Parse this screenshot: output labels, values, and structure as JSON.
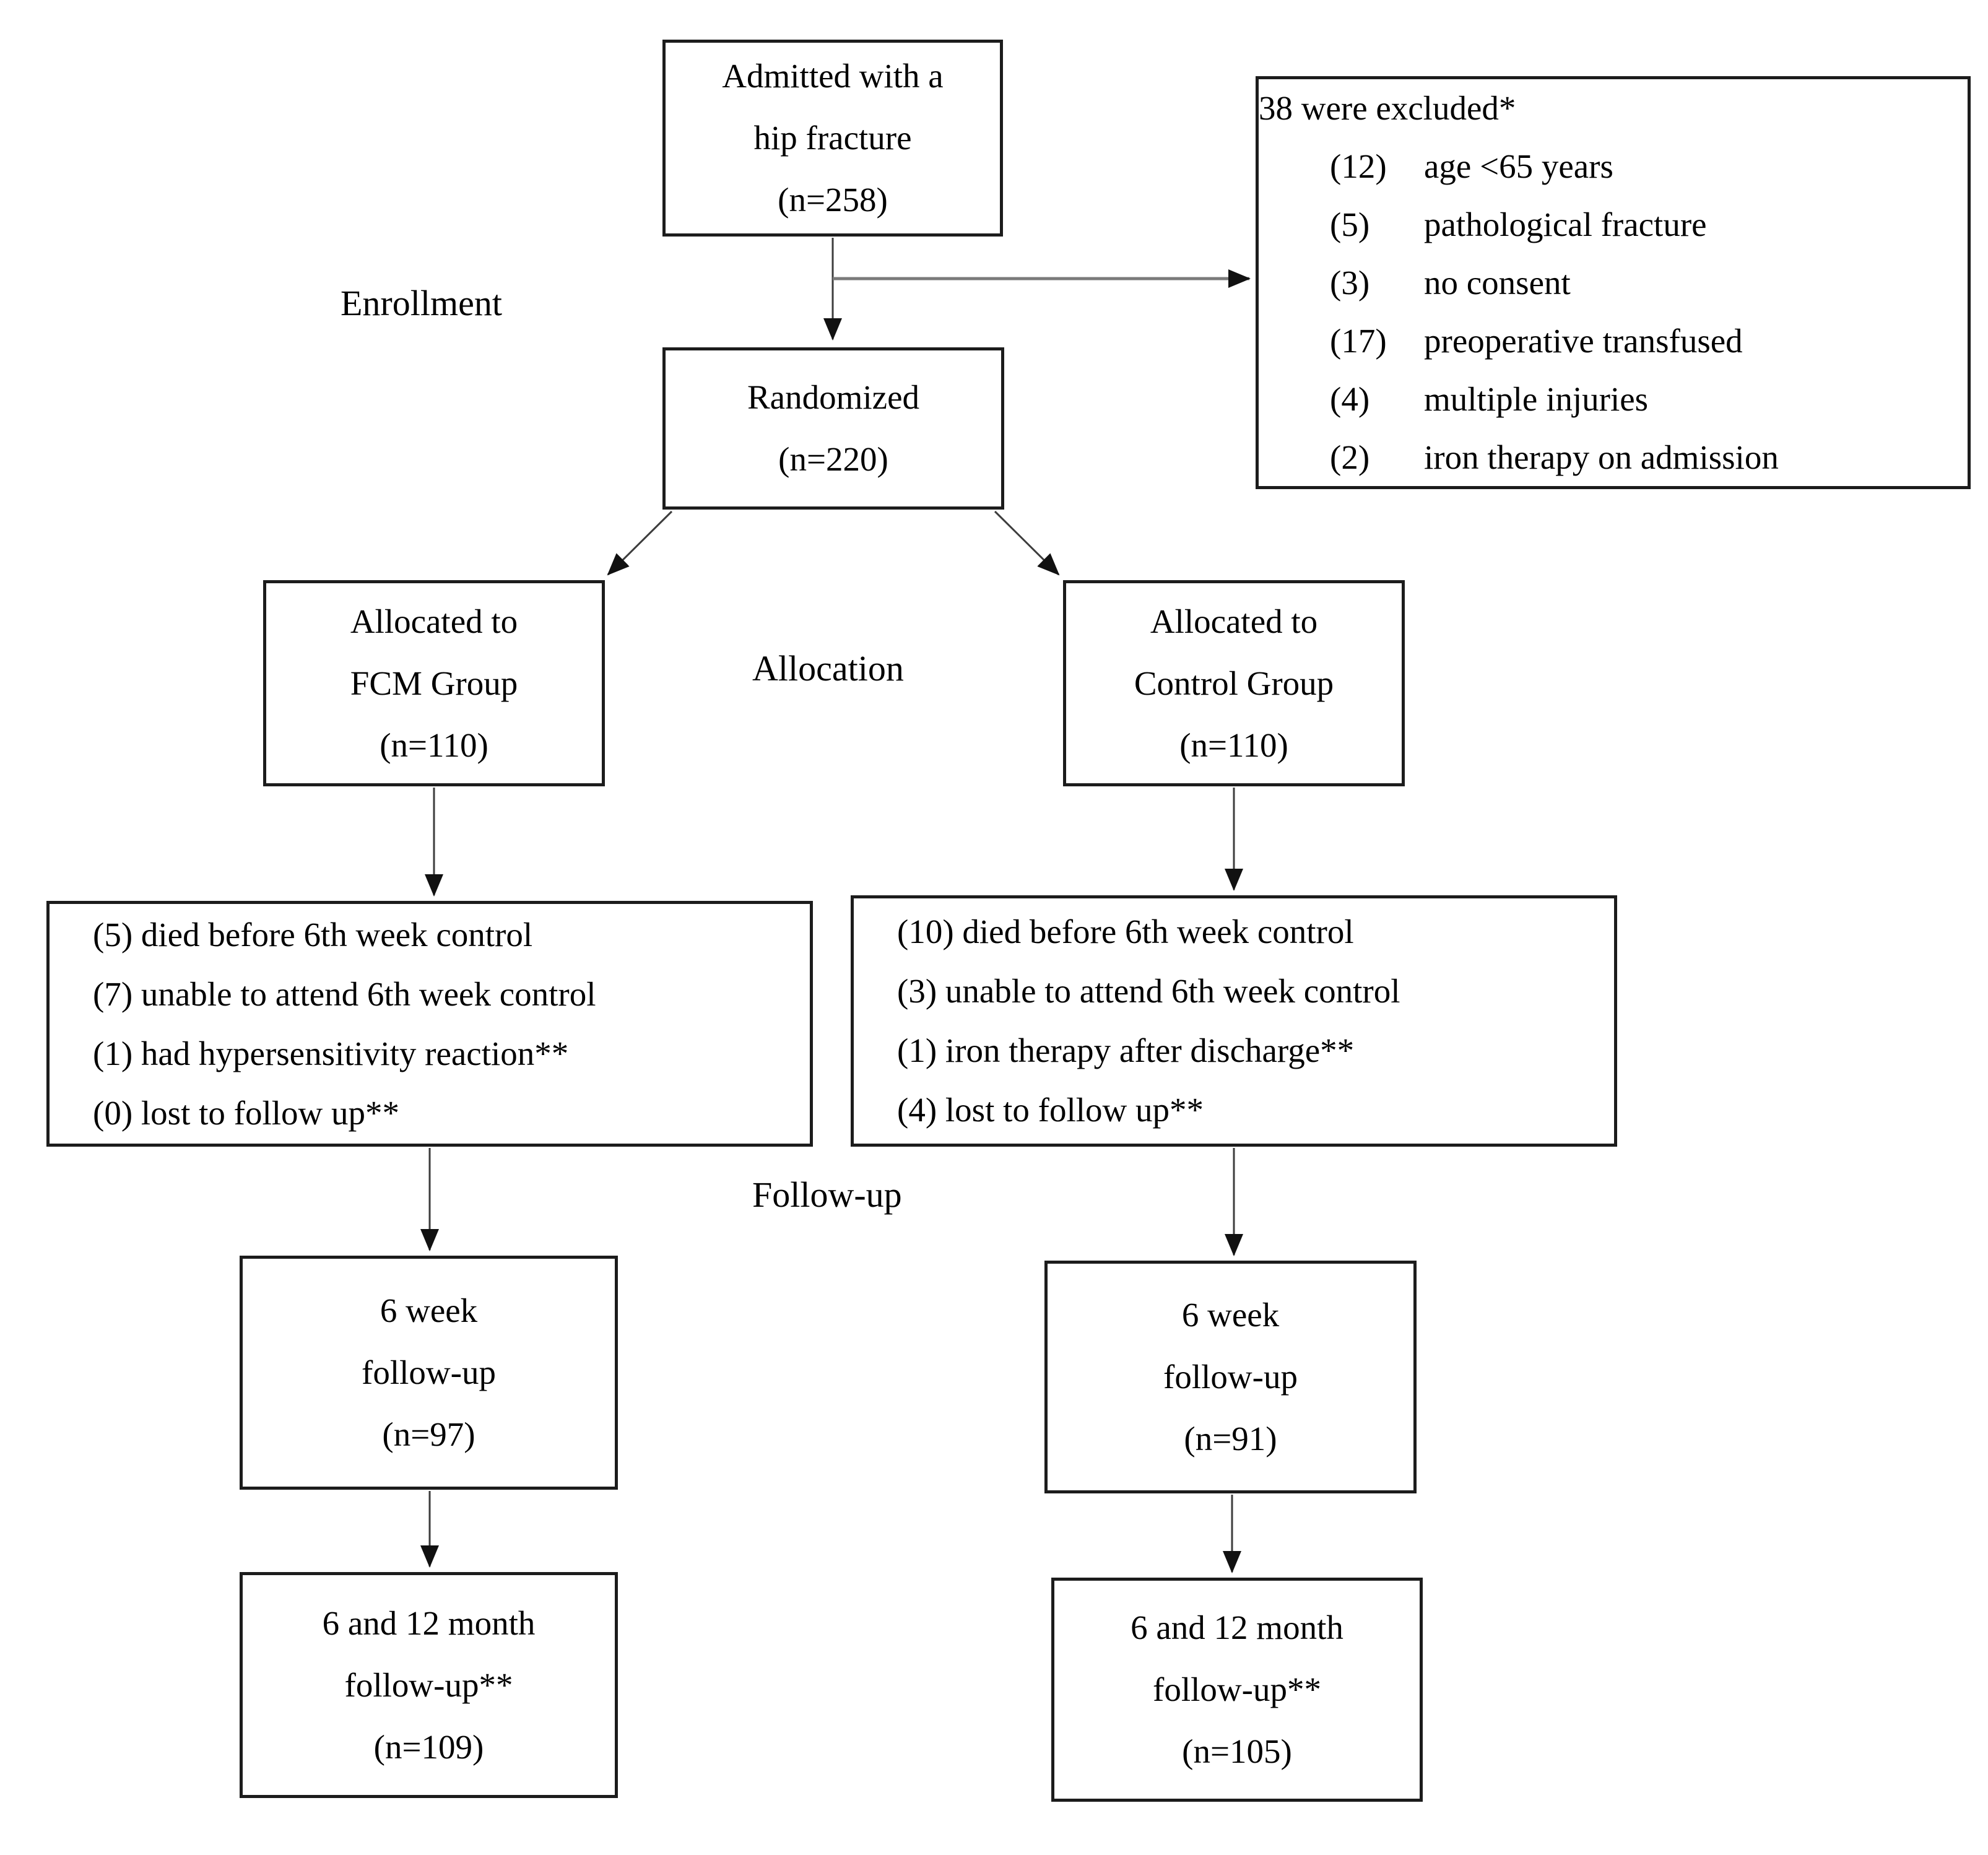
{
  "page": {
    "background_color": "#ffffff",
    "box_border_color": "#1c1c1c",
    "line_color": "#3d3d3d",
    "branch_line_color": "#7a7a7a",
    "text_color": "#000000"
  },
  "section_labels": {
    "enrollment": "Enrollment",
    "allocation": "Allocation",
    "follow_up": "Follow-up"
  },
  "boxes": {
    "admitted": {
      "lines": [
        "Admitted with a",
        "hip fracture",
        "(n=258)"
      ]
    },
    "excluded": {
      "title": "38 were excluded*",
      "items": [
        {
          "count": "(12)",
          "reason": "age <65 years"
        },
        {
          "count": "(5)",
          "reason": "pathological fracture"
        },
        {
          "count": "(3)",
          "reason": "no consent"
        },
        {
          "count": "(17)",
          "reason": "preoperative transfused"
        },
        {
          "count": "(4)",
          "reason": "multiple injuries"
        },
        {
          "count": "(2)",
          "reason": "iron therapy on admission"
        }
      ]
    },
    "randomized": {
      "lines": [
        "Randomized",
        "(n=220)"
      ]
    },
    "fcm_group": {
      "lines": [
        "Allocated to",
        "FCM Group",
        "(n=110)"
      ]
    },
    "control_group": {
      "lines": [
        "Allocated to",
        "Control Group",
        "(n=110)"
      ]
    },
    "fcm_withdrawals": {
      "items": [
        "(5) died before 6th week control",
        "(7) unable to attend 6th week control",
        "(1) had hypersensitivity reaction**",
        "(0) lost to follow up**"
      ]
    },
    "control_withdrawals": {
      "items": [
        "(10) died before 6th week control",
        "(3) unable to attend 6th week control",
        "(1) iron therapy after discharge**",
        "(4) lost to follow up**"
      ]
    },
    "fcm_6week": {
      "lines": [
        "6 week",
        "follow-up",
        "(n=97)"
      ]
    },
    "control_6week": {
      "lines": [
        "6 week",
        "follow-up",
        "(n=91)"
      ]
    },
    "fcm_6_12month": {
      "lines": [
        "6 and 12 month",
        "follow-up**",
        "(n=109)"
      ]
    },
    "control_6_12month": {
      "lines": [
        "6 and 12 month",
        "follow-up**",
        "(n=105)"
      ]
    }
  },
  "edges": [
    {
      "from": "admitted",
      "to": "randomized"
    },
    {
      "from": "admitted",
      "to": "excluded"
    },
    {
      "from": "randomized",
      "to": "fcm_group"
    },
    {
      "from": "randomized",
      "to": "control_group"
    },
    {
      "from": "fcm_group",
      "to": "fcm_withdrawals"
    },
    {
      "from": "control_group",
      "to": "control_withdrawals"
    },
    {
      "from": "fcm_withdrawals",
      "to": "fcm_6week"
    },
    {
      "from": "control_withdrawals",
      "to": "control_6week"
    },
    {
      "from": "fcm_6week",
      "to": "fcm_6_12month"
    },
    {
      "from": "control_6week",
      "to": "control_6_12month"
    }
  ]
}
